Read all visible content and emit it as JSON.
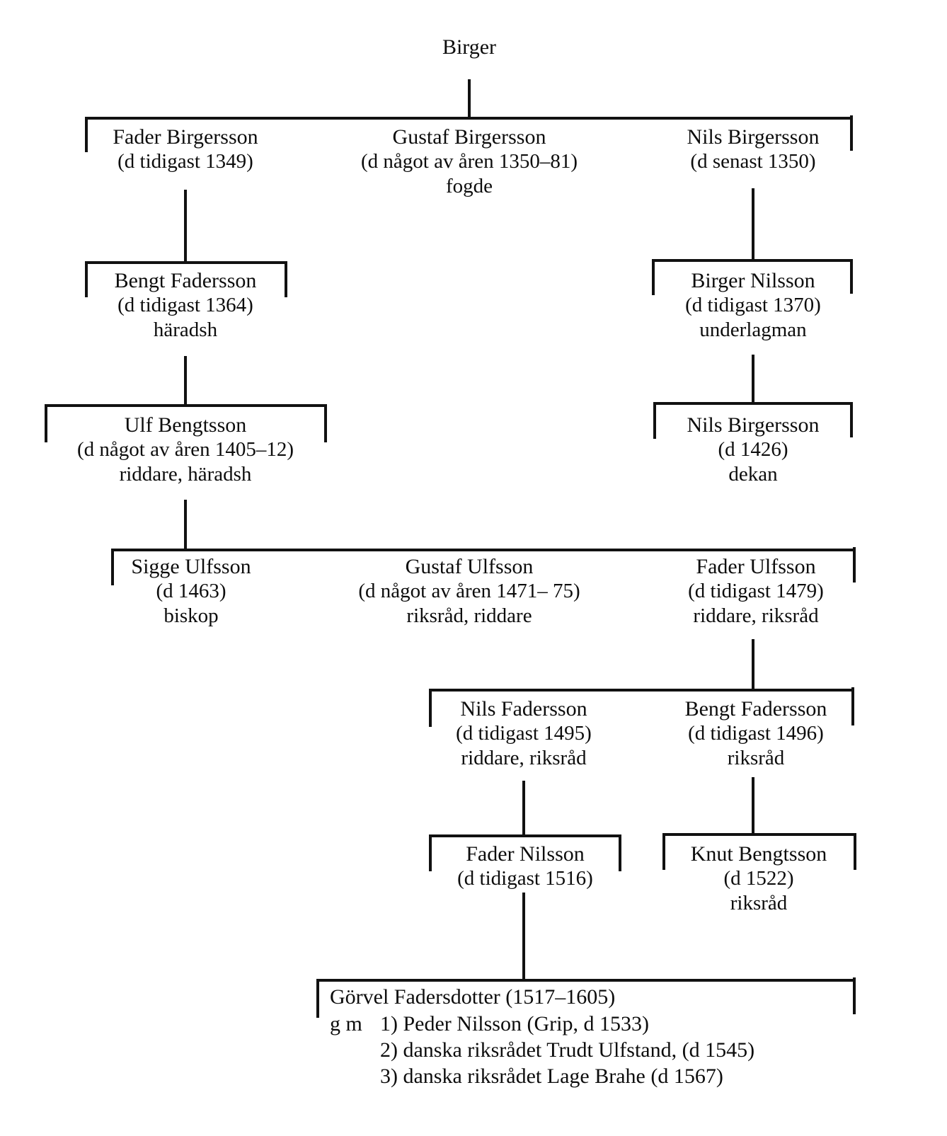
{
  "persons": {
    "birger": {
      "name": "Birger"
    },
    "fader_birgersson": {
      "name": "Fader Birgersson",
      "detail": "(d tidigast 1349)"
    },
    "gustaf_birgersson": {
      "name": "Gustaf Birgersson",
      "detail": "(d något av åren 1350–81)",
      "role": "fogde"
    },
    "nils_birgersson_1": {
      "name": "Nils Birgersson",
      "detail": "(d senast 1350)"
    },
    "bengt_fadersson_1": {
      "name": "Bengt Fadersson",
      "detail": "(d tidigast 1364)",
      "role": "häradsh"
    },
    "birger_nilsson": {
      "name": "Birger Nilsson",
      "detail": "(d tidigast 1370)",
      "role": "underlagman"
    },
    "ulf_bengtsson": {
      "name": "Ulf Bengtsson",
      "detail": "(d något av åren 1405–12)",
      "role": "riddare, häradsh"
    },
    "nils_birgersson_2": {
      "name": "Nils Birgersson",
      "detail": "(d 1426)",
      "role": "dekan"
    },
    "sigge_ulfsson": {
      "name": "Sigge Ulfsson",
      "detail": "(d 1463)",
      "role": "biskop"
    },
    "gustaf_ulfsson": {
      "name": "Gustaf Ulfsson",
      "detail": "(d något av åren 1471– 75)",
      "role": "riksråd, riddare"
    },
    "fader_ulfsson": {
      "name": "Fader Ulfsson",
      "detail": "(d tidigast 1479)",
      "role": "riddare, riksråd"
    },
    "nils_fadersson": {
      "name": "Nils Fadersson",
      "detail": "(d tidigast 1495)",
      "role": "riddare, riksråd"
    },
    "bengt_fadersson_2": {
      "name": "Bengt Fadersson",
      "detail": "(d tidigast 1496)",
      "role": "riksråd"
    },
    "fader_nilsson": {
      "name": "Fader Nilsson",
      "detail": "(d tidigast 1516)"
    },
    "knut_bengtsson": {
      "name": "Knut Bengtsson",
      "detail": "(d 1522)",
      "role": "riksråd"
    },
    "gorvel_fadersdotter": {
      "name": "Görvel Fadersdotter (1517–1605)",
      "married_label": "g m",
      "marriages": [
        "1) Peder Nilsson (Grip, d 1533)",
        "2) danska riksrådet Trudt Ulfstand, (d 1545)",
        "3) danska riksrådet Lage Brahe (d 1567)"
      ]
    }
  },
  "colors": {
    "ink": "#111111",
    "background": "#ffffff"
  }
}
